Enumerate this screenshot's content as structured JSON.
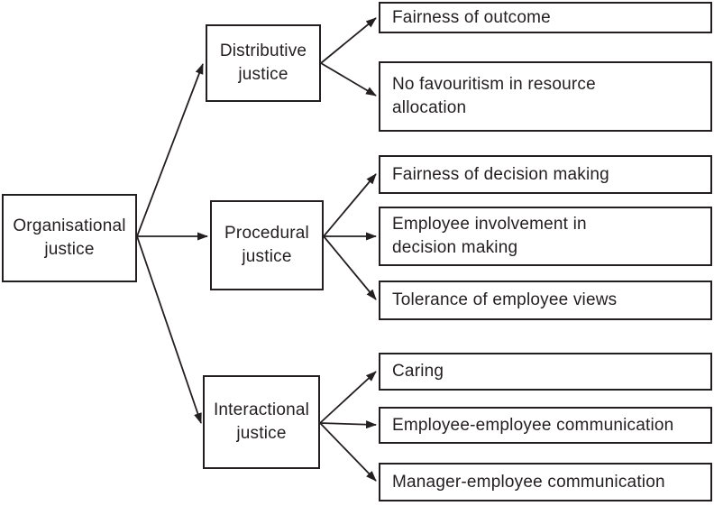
{
  "diagram": {
    "title": "Organisational justice dimensions diagram",
    "colors": {
      "line": "#231f20",
      "text": "#231f20",
      "background": "#ffffff"
    },
    "root": {
      "label": "Organisational justice"
    },
    "branches": [
      {
        "label": "Distributive justice",
        "leaves": [
          {
            "label": "Fairness of outcome"
          },
          {
            "label": "No favouritism in resource\nallocation"
          }
        ]
      },
      {
        "label": "Procedural justice",
        "leaves": [
          {
            "label": "Fairness of decision making"
          },
          {
            "label": "Employee involvement in\ndecision making"
          },
          {
            "label": "Tolerance of employee views"
          }
        ]
      },
      {
        "label": "Interactional justice",
        "leaves": [
          {
            "label": "Caring"
          },
          {
            "label": "Employee-employee communication"
          },
          {
            "label": "Manager-employee communication"
          }
        ]
      }
    ]
  }
}
